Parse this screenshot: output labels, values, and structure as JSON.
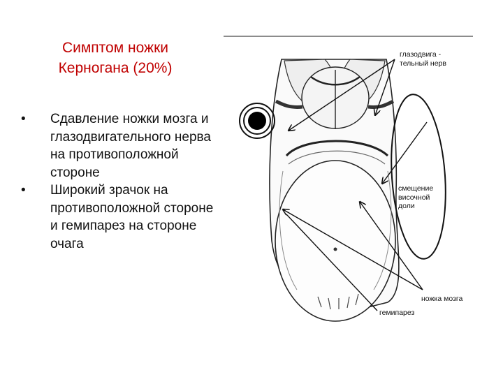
{
  "slide": {
    "title_line1": "Симптом ножки",
    "title_line2": "Керногана (20%)",
    "bullets": [
      "Сдавление ножки мозга и глазодвигательного нерва на противоположной стороне",
      "Широкий зрачок на противоположной стороне и гемипарез на стороне очага"
    ],
    "bullet_glyph": "•",
    "title_color": "#c00000"
  },
  "figure": {
    "labels": {
      "oculomotor_line1": "глазодвига -",
      "oculomotor_line2": "тельный нерв",
      "shift_line1": "смещение",
      "shift_line2": "височной",
      "shift_line3": "доли",
      "peduncle": "ножка мозга",
      "hemiparesis": "гемипарез"
    }
  }
}
